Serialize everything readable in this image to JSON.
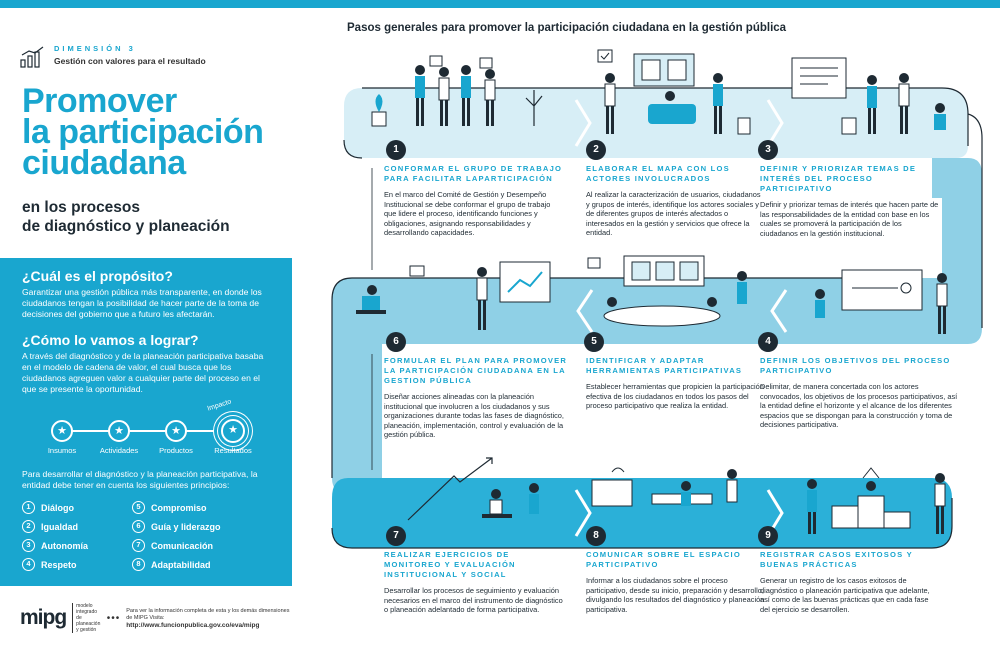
{
  "header": {
    "dimension_code": "DIMENSIÓN 3",
    "dimension_name": "Gestión con valores para el resultado",
    "title_line1": "Promover",
    "title_line2": "la participación",
    "title_line3": "ciudadana",
    "subtitle_line1": "en los procesos",
    "subtitle_line2": "de diagnóstico y planeación"
  },
  "purpose": {
    "heading": "¿Cuál es el propósito?",
    "text": "Garantizar una gestión pública más transparente, en donde los ciudadanos tengan la posibilidad de hacer parte de la toma de decisiones del gobierno que a futuro les afectarán."
  },
  "how": {
    "heading": "¿Cómo lo vamos a lograr?",
    "text": "A través del diagnóstico y de la planeación participativa basaba en el modelo de cadena de valor, el cual busca que los ciudadanos agreguen valor a cualquier parte del proceso en el que se presente la oportunidad."
  },
  "value_chain": {
    "impact_label": "Impacto",
    "labels": [
      "Insumos",
      "Actividades",
      "Productos",
      "Resultados"
    ]
  },
  "principles": {
    "intro": "Para desarrollar el diagnóstico y la planeación participativa, la entidad debe tener en cuenta los siguientes principios:",
    "items": [
      {
        "n": "1",
        "label": "Diálogo"
      },
      {
        "n": "5",
        "label": "Compromiso"
      },
      {
        "n": "2",
        "label": "Igualdad"
      },
      {
        "n": "6",
        "label": "Guía y liderazgo"
      },
      {
        "n": "3",
        "label": "Autonomía"
      },
      {
        "n": "7",
        "label": "Comunicación"
      },
      {
        "n": "4",
        "label": "Respeto"
      },
      {
        "n": "8",
        "label": "Adaptabilidad"
      }
    ]
  },
  "footer": {
    "logo": "mipg",
    "logo_sub": "modelo integrado de planeación y gestión",
    "info": "Para ver la información completa de esta y los demás dimensiones de MIPG Visita:",
    "url": "http://www.funcionpublica.gov.co/eva/mipg"
  },
  "steps_title": "Pasos generales para promover la participación ciudadana en la gestión pública",
  "steps": [
    {
      "n": "1",
      "heading": "CONFORMAR EL GRUPO DE TRABAJO PARA FACILITAR LAPARTICIPACIÓN",
      "text": "En el marco del Comité de Gestión y Desempeño Institucional se debe conformar el grupo de trabajo que lidere el proceso, identificando funciones y obligaciones, asignando responsabilidades y desarrollando capacidades."
    },
    {
      "n": "2",
      "heading": "ELABORAR EL MAPA CON LOS ACTORES INVOLUCRADOS",
      "text": "Al realizar la caracterización de usuarios, ciudadanos y grupos de interés, identifique los actores sociales y de diferentes grupos de interés afectados o interesados en la gestión y servicios que ofrece la entidad."
    },
    {
      "n": "3",
      "heading": "DEFINIR Y PRIORIZAR TEMAS DE INTERÉS DEL PROCESO PARTICIPATIVO",
      "text": "Definir y priorizar temas de interés que hacen parte de las responsabilidades de la entidad con base en los cuales se promoverá la participación de los ciudadanos en la gestión institucional."
    },
    {
      "n": "4",
      "heading": "DEFINIR LOS OBJETIVOS DEL PROCESO PARTICIPATIVO",
      "text": "Delimitar, de manera concertada con los actores convocados, los objetivos de los procesos participativos, así la entidad define el horizonte y el alcance de los diferentes espacios que se dispongan para la construcción y toma de decisiones participativa."
    },
    {
      "n": "5",
      "heading": "IDENTIFICAR Y ADAPTAR HERRAMIENTAS PARTICIPATIVAS",
      "text": "Establecer herramientas que propicien la participación efectiva de los ciudadanos en todos los pasos del proceso participativo que realiza la entidad."
    },
    {
      "n": "6",
      "heading": "FORMULAR EL PLAN PARA PROMOVER LA PARTICIPACIÓN CIUDADANA EN LA GESTION PÚBLICA",
      "text": "Diseñar acciones alineadas con la planeación institucional que involucren a los ciudadanos y sus organizaciones durante todas las fases de diagnóstico, planeación, implementación, control y evaluación de la gestión pública."
    },
    {
      "n": "7",
      "heading": "REALIZAR EJERCICIOS DE MONITOREO Y EVALUACIÓN INSTITUCIONAL Y SOCIAL",
      "text": "Desarrollar los procesos de seguimiento y evaluación necesarios en el marco del instrumento de diagnóstico o planeación adelantado de forma participativa."
    },
    {
      "n": "8",
      "heading": "COMUNICAR SOBRE EL ESPACIO PARTICIPATIVO",
      "text": "Informar a los ciudadanos sobre el proceso participativo, desde su inicio, preparación y desarrollo, divulgando los resultados del diagnóstico y planeación participativa."
    },
    {
      "n": "9",
      "heading": "REGISTRAR CASOS EXITOSOS Y BUENAS PRÁCTICAS",
      "text": "Generar un registro de los casos exitosos de diagnóstico o planeación participativa que adelante, así como de las buenas prácticas que en cada fase del ejercicio se desarrollen."
    }
  ],
  "colors": {
    "accent": "#19a6cf",
    "road_light": "#d7eef6",
    "road_mid": "#8fd0e6",
    "dark": "#1e2a33"
  }
}
